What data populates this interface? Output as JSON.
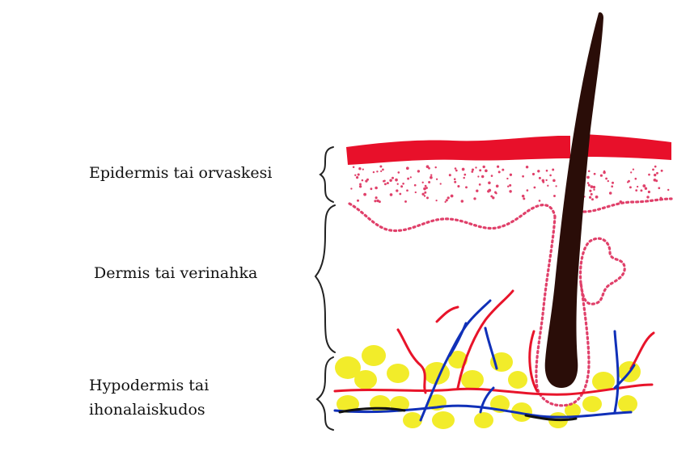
{
  "labels": {
    "epidermis": "Epidermis tai orvaskesi",
    "dermis": "Dermis tai verinahka",
    "hypodermis_line1": "Hypodermis tai",
    "hypodermis_line2": "ihonalaiskudos"
  },
  "colors": {
    "epidermis": "#e8102a",
    "dermis_dots": "#e0406a",
    "hair": "#2a0d08",
    "fat": "#f2ec2a",
    "artery": "#e8142a",
    "vein": "#1030b8",
    "nerve": "#111111",
    "bracket": "#222222"
  }
}
